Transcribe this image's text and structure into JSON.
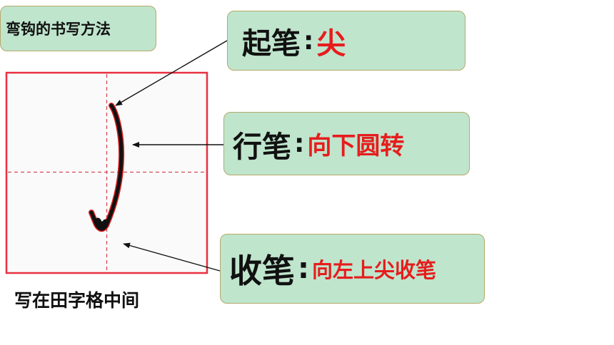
{
  "title": "弯钩的书写方法",
  "steps": [
    {
      "label": "起笔",
      "colon": ":",
      "value": "尖"
    },
    {
      "label": "行笔",
      "colon": ":",
      "value": "向下圆转"
    },
    {
      "label": "收笔",
      "colon": ":",
      "value": "向左上尖收笔"
    }
  ],
  "caption": "写在田字格中间",
  "colors": {
    "box_fill": "#bfe5cd",
    "box_border": "#b7a96a",
    "highlight_text": "#e61d1d",
    "grid_border": "#e83040",
    "grid_dash": "#d24a55",
    "stroke": "#111111"
  },
  "icons": [
    "arrow-icon",
    "arrow-icon",
    "arrow-icon"
  ]
}
